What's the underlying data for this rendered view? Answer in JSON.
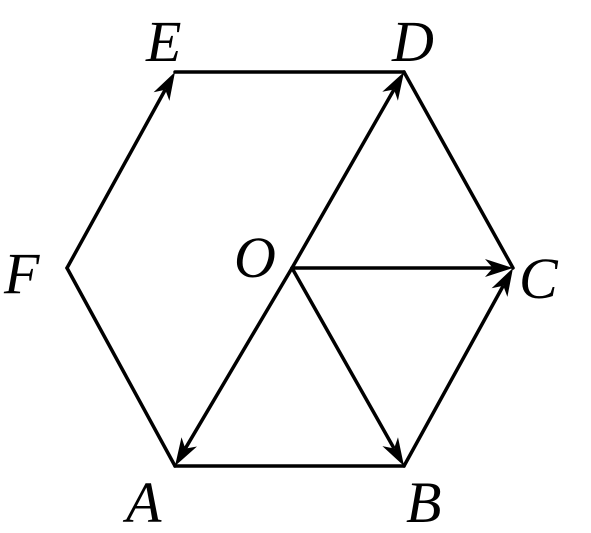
{
  "diagram": {
    "labels": {
      "A": "A",
      "B": "B",
      "C": "C",
      "D": "D",
      "E": "E",
      "F": "F",
      "O": "O"
    },
    "segments": [
      {
        "id": "AB",
        "from": "A",
        "to": "B",
        "arrow": false
      },
      {
        "id": "DE",
        "from": "D",
        "to": "E",
        "arrow": false
      },
      {
        "id": "CD",
        "from": "C",
        "to": "D",
        "arrow": false
      },
      {
        "id": "AF",
        "from": "A",
        "to": "F",
        "arrow": false
      },
      {
        "id": "FE",
        "from": "F",
        "to": "E",
        "arrow": true
      },
      {
        "id": "OD",
        "from": "O",
        "to": "D",
        "arrow": true
      },
      {
        "id": "OC",
        "from": "O",
        "to": "C",
        "arrow": true
      },
      {
        "id": "OA",
        "from": "O",
        "to": "A",
        "arrow": true
      },
      {
        "id": "OB",
        "from": "O",
        "to": "B",
        "arrow": true
      },
      {
        "id": "BC",
        "from": "B",
        "to": "C",
        "arrow": true
      }
    ],
    "colors": {
      "stroke": "#000000",
      "background": "#ffffff"
    }
  }
}
